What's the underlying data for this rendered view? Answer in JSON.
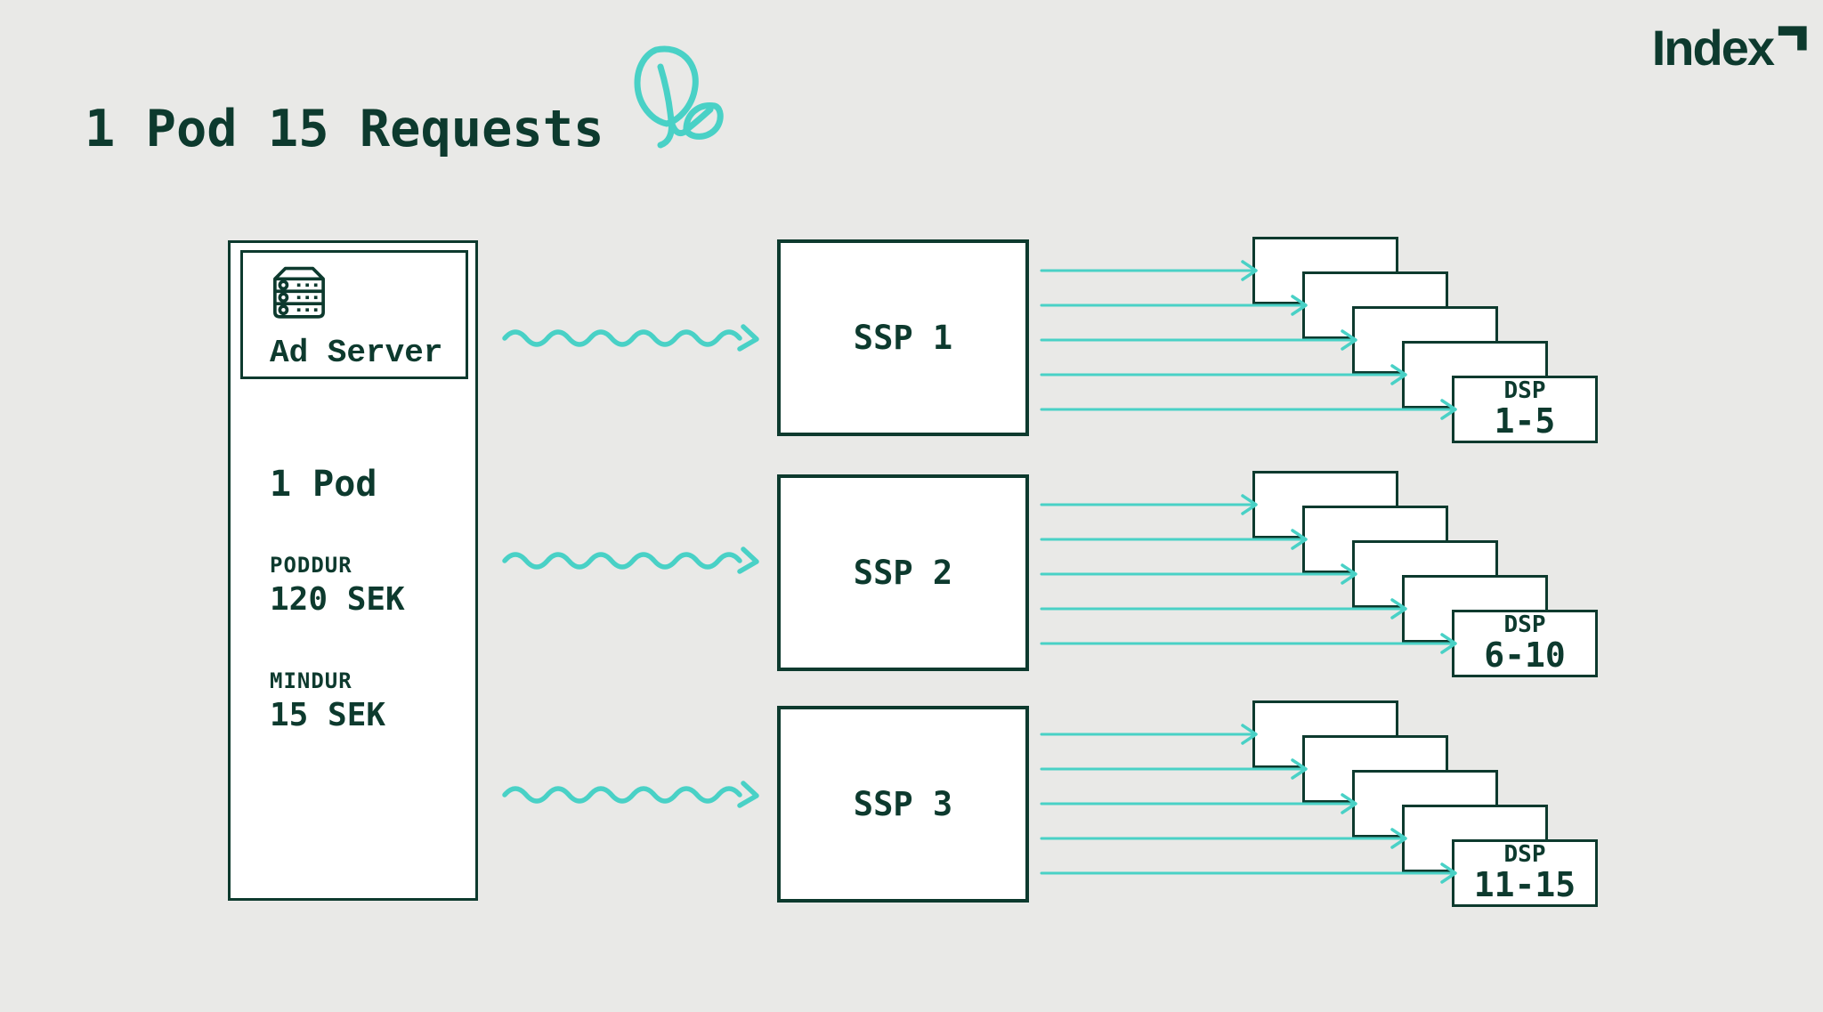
{
  "title": "1 Pod 15 Requests",
  "logo": {
    "text": "Index"
  },
  "colors": {
    "background": "#e9e9e7",
    "dark_green": "#0d3a2e",
    "teal": "#49d1c6",
    "box_fill": "#ffffff"
  },
  "icons": {
    "header": "leaf-icon",
    "logo_mark": "corner-arrow-icon",
    "ad_server": "server-rack-icon"
  },
  "ad_server": {
    "label": "Ad Server",
    "pod_label": "1 Pod",
    "stats": [
      {
        "label": "PODDUR",
        "value": "120 SEK"
      },
      {
        "label": "MINDUR",
        "value": "15 SEK"
      }
    ]
  },
  "requests_per_ssp": 5,
  "ssps": [
    {
      "label": "SSP 1",
      "dsp_label": "DSP",
      "dsp_range": "1-5"
    },
    {
      "label": "SSP 2",
      "dsp_label": "DSP",
      "dsp_range": "6-10"
    },
    {
      "label": "SSP 3",
      "dsp_label": "DSP",
      "dsp_range": "11-15"
    }
  ]
}
